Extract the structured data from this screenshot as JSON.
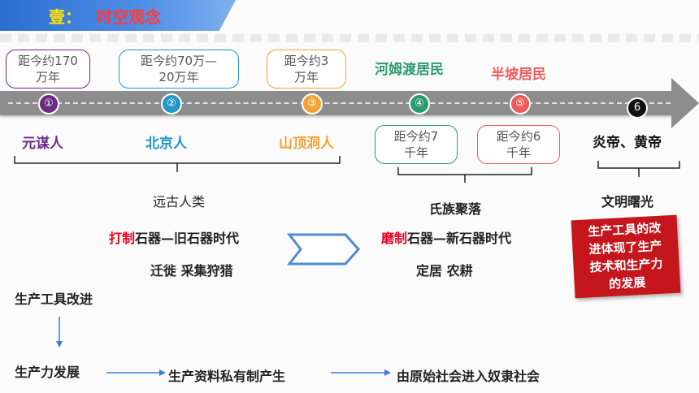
{
  "header": {
    "prefix": "壹：",
    "title": "时空观念"
  },
  "timeline": {
    "nodes": [
      {
        "num": "①",
        "color": "#6b2c82",
        "name": "元谋人",
        "time_lines": [
          "距今约170",
          "万年"
        ]
      },
      {
        "num": "②",
        "color": "#2596c9",
        "name": "北京人",
        "time_lines": [
          "距今约70万—",
          "20万年"
        ]
      },
      {
        "num": "③",
        "color": "#f3a233",
        "name": "山顶洞人",
        "time_lines": [
          "距今约3",
          "万年"
        ]
      },
      {
        "num": "④",
        "color": "#2d9a72",
        "name": "河姆渡居民",
        "time_lines": [
          "距今约7",
          "千年"
        ]
      },
      {
        "num": "⑤",
        "color": "#f05a5a",
        "name": "半坡居民",
        "time_lines": [
          "距今约6",
          "千年"
        ]
      },
      {
        "num": "6",
        "color": "#111111",
        "name": "炎帝、黄帝"
      }
    ]
  },
  "groups": {
    "ancient": "远古人类",
    "clan": "氏族聚落",
    "civilization": "文明曙光"
  },
  "paleolithic": {
    "tool_prefix": "打制",
    "tool_rest": "石器—旧石器时代",
    "life": "迁徙 采集狩猎"
  },
  "neolithic": {
    "tool_prefix": "磨制",
    "tool_rest": "石器—新石器时代",
    "life": "定居 农耕"
  },
  "callout": [
    "生产工具的改",
    "进体现了生产",
    "技术和生产力",
    "的发展"
  ],
  "flow": {
    "step1": "生产工具改进",
    "step2": "生产力发展",
    "step3": "生产资料私有制产生",
    "step4": "由原始社会进入奴隶社会"
  },
  "colors": {
    "accent_red": "#e8001c",
    "timeline_gray": "#8d8d8d",
    "header_blue": "#2a6fd0"
  }
}
